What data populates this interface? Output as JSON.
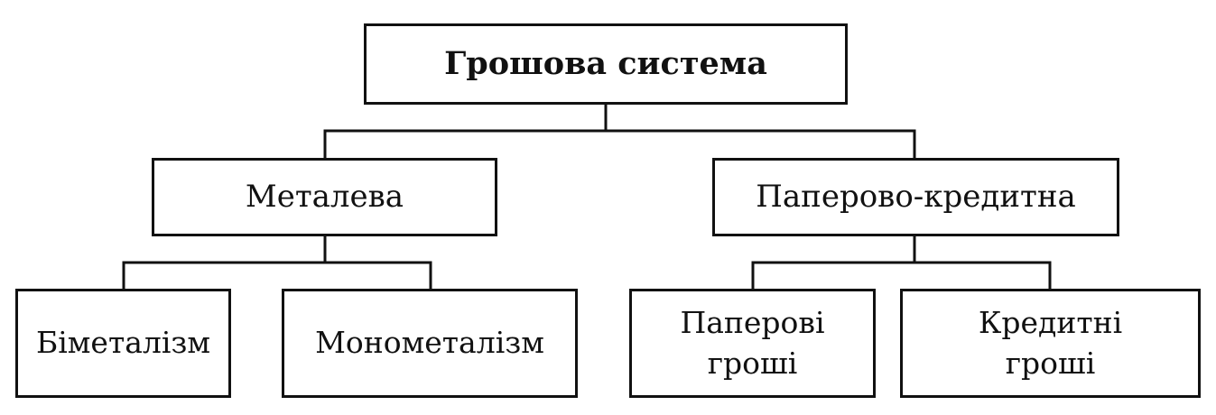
{
  "diagram": {
    "root": "Грошова система",
    "branches": [
      {
        "label": "Металева",
        "children": [
          "Біметалізм",
          "Монометалізм"
        ]
      },
      {
        "label": "Паперово-кредитна",
        "children": [
          "Паперові\nгроші",
          "Кредитні\nгроші"
        ]
      }
    ]
  }
}
